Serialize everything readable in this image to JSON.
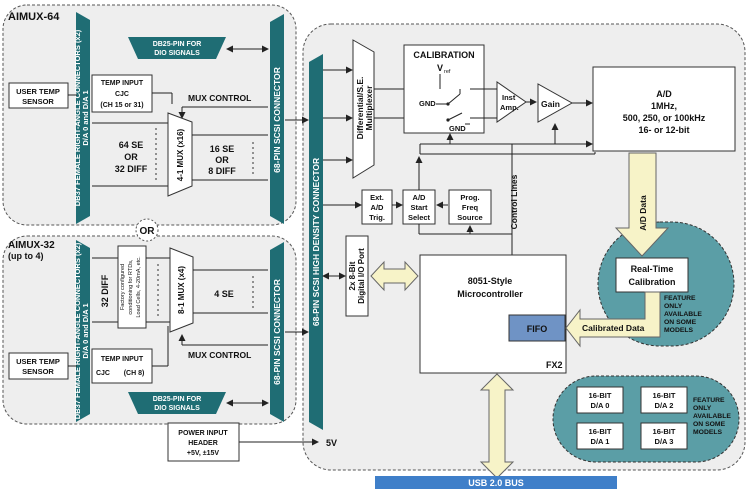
{
  "aimux64": {
    "title": "AIMUX-64",
    "db37_label_1": "DB37 FEMALE RIGHT-ANGLE CONNECTORS (x2)",
    "db37_label_2": "D/A 0 and D/A 1",
    "db25_line1": "DB25-PIN FOR",
    "db25_line2": "DIO SIGNALS",
    "user_temp_line1": "USER TEMP",
    "user_temp_line2": "SENSOR",
    "temp_input_line1": "TEMP INPUT",
    "temp_input_line2": "CJC",
    "temp_input_line3": "(CH 15 or 31)",
    "mux_control": "MUX CONTROL",
    "se_line1": "64 SE",
    "se_line2": "OR",
    "se_line3": "32 DIFF",
    "mux_label": "4-1 MUX (x16)",
    "out_line1": "16 SE",
    "out_line2": "OR",
    "out_line3": "8 DIFF",
    "scsi_label": "68-PIN SCSI CONNECTOR"
  },
  "or_label": "OR",
  "aimux32": {
    "title_line1": "AIMUX-32",
    "title_line2": "(up to 4)",
    "db37_label_1": "DB37 FEMALE RIGHT-ANGLE CONNECTORS (x2)",
    "db37_label_2": "D/A 0 and D/A 1",
    "diff_label": "32 DIFF",
    "cond_line1": "Factory configured",
    "cond_line2": "conditioning for RTDs,",
    "cond_line3": "Load Cells, 4-20mA, etc.",
    "mux_label": "8-1 MUX (x4)",
    "out_label": "4 SE",
    "user_temp_line1": "USER TEMP",
    "user_temp_line2": "SENSOR",
    "temp_input_line1": "TEMP INPUT",
    "temp_input_line2": "CJC",
    "temp_input_line3": "(CH 8)",
    "mux_control": "MUX CONTROL",
    "db25_line1": "DB25-PIN FOR",
    "db25_line2": "DIO SIGNALS",
    "scsi_label": "68-PIN SCSI CONNECTOR"
  },
  "power": {
    "line1": "POWER INPUT",
    "line2": "HEADER",
    "line3": "+5V,  ±15V",
    "out": "5V"
  },
  "main": {
    "scsi_hd_label": "68-PIN SCSI HIGH DENSITY CONNECTOR",
    "diff_mux_line1": "Differential/S.E.",
    "diff_mux_line2": "Multiplexer",
    "calibration_title": "CALIBRATION",
    "vref": "V",
    "vref_sub": "ref",
    "gnd1": "GND",
    "gnd2": "GND",
    "inst_amp_line1": "Inst",
    "inst_amp_line2": "Amp.",
    "gain": "Gain",
    "ad_line1": "A/D",
    "ad_line2": "1MHz,",
    "ad_line3": "500, 250, or 100kHz",
    "ad_line4": "16- or 12-bit",
    "ext_trig_line1": "Ext.",
    "ext_trig_line2": "A/D",
    "ext_trig_line3": "Trig.",
    "start_sel_line1": "A/D",
    "start_sel_line2": "Start",
    "start_sel_line3": "Select",
    "freq_line1": "Prog.",
    "freq_line2": "Freq",
    "freq_line3": "Source",
    "control_lines": "Control Lines",
    "dio_line1": "2x 8-Bit",
    "dio_line2": "Digital I/O Port",
    "micro_line1": "8051-Style",
    "micro_line2": "Microcontroller",
    "fifo": "FIFO",
    "fx2": "FX2",
    "ad_data": "A/D Data",
    "rtc_line1": "Real-Time",
    "rtc_line2": "Calibration",
    "calibrated_data": "Calibrated Data",
    "feature1_line1": "FEATURE",
    "feature1_line2": "ONLY",
    "feature1_line3": "AVAILABLE",
    "feature1_line4": "ON SOME",
    "feature1_line5": "MODELS",
    "da0_line1": "16-BIT",
    "da0_line2": "D/A 0",
    "da1_line1": "16-BIT",
    "da1_line2": "D/A 1",
    "da2_line1": "16-BIT",
    "da2_line2": "D/A 2",
    "da3_line1": "16-BIT",
    "da3_line2": "D/A 3",
    "feature2_line1": "FEATURE",
    "feature2_line2": "ONLY",
    "feature2_line3": "AVAILABLE",
    "feature2_line4": "ON SOME",
    "feature2_line5": "MODELS",
    "usb_bus": "USB 2.0 BUS"
  },
  "colors": {
    "teal": "#1f6d74",
    "teal_light": "#5b9ea6",
    "panel_gray": "#eeeeee",
    "arrow_yellow": "#f7f3c8",
    "usb_blue": "#3f7fc9",
    "fifo_blue": "#6f93c5"
  }
}
